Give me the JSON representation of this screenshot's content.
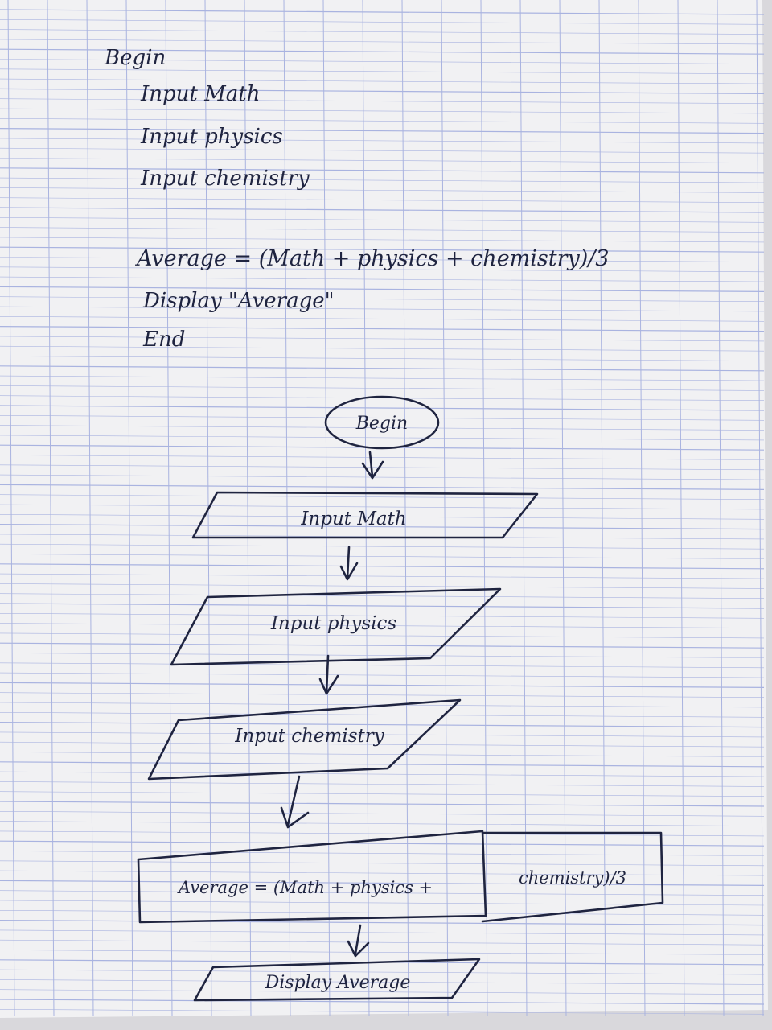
{
  "pseudocode": {
    "lines": [
      "Begin",
      "Input Math",
      "Input physics",
      "Input chemistry",
      "Average = (Math + physics + chemistry)/3",
      "Display \"Average\"",
      "End"
    ]
  },
  "flowchart": {
    "begin": "Begin",
    "input_math": "Input Math",
    "input_physics": "Input physics",
    "input_chemistry": "Input chemistry",
    "process_main": "Average = (Math + physics +",
    "process_cont": "chemistry)/3",
    "display": "Display Average"
  },
  "colors": {
    "paper": "#f1f1f3",
    "grid": "#a9b3e0",
    "ink": "#1f2440",
    "background": "#d9d8dc"
  }
}
